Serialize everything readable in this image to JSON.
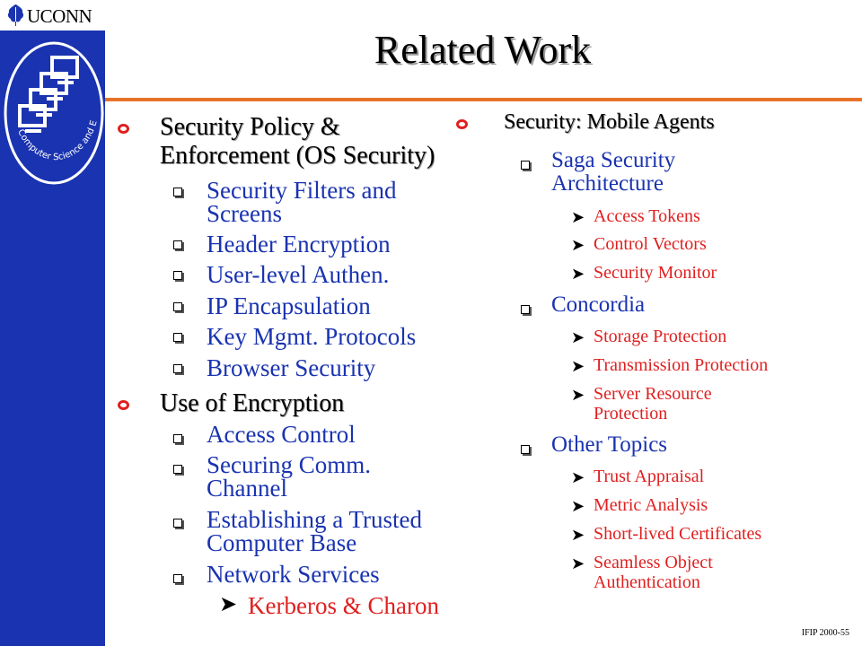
{
  "brand": {
    "name": "UCONN"
  },
  "logo": {
    "text": "Computer Science and Engineering"
  },
  "title": "Related Work",
  "left": {
    "sec1": {
      "title_line1": "Security Policy &",
      "title_line2": "Enforcement (OS Security)",
      "items": [
        {
          "line1": "Security Filters and",
          "line2": "Screens"
        },
        {
          "line1": "Header Encryption"
        },
        {
          "line1": "User-level Authen."
        },
        {
          "line1": "IP Encapsulation"
        },
        {
          "line1": "Key Mgmt. Protocols"
        },
        {
          "line1": "Browser Security"
        }
      ]
    },
    "sec2": {
      "title": "Use of Encryption",
      "items": [
        {
          "line1": "Access Control"
        },
        {
          "line1": "Securing Comm.",
          "line2": "Channel"
        },
        {
          "line1": "Establishing a Trusted",
          "line2": "Computer Base"
        },
        {
          "line1": "Network Services",
          "sub": "Kerberos & Charon"
        }
      ]
    }
  },
  "right": {
    "title": "Security: Mobile Agents",
    "saga": {
      "line1": "Saga Security",
      "line2": "Architecture",
      "subs": [
        "Access Tokens",
        "Control Vectors",
        "Security Monitor"
      ]
    },
    "concordia": {
      "line1": "Concordia",
      "subs": [
        "Storage Protection",
        "Transmission Protection"
      ],
      "sub3_line1": "Server Resource",
      "sub3_line2": "Protection"
    },
    "other": {
      "line1": "Other Topics",
      "subs": [
        "Trust Appraisal",
        "Metric Analysis",
        "Short-lived Certificates"
      ],
      "sub4_line1": "Seamless Object",
      "sub4_line2": "Authentication"
    }
  },
  "footer": "IFIP 2000-55",
  "colors": {
    "sidebar": "#1a33b0",
    "rule": "#e8722a",
    "level2": "#1a33b0",
    "level3": "#e02020"
  },
  "icons": {
    "brand": "oak-leaf-icon",
    "logo": "networked-computers-icon",
    "level1": "hollow-circle-bullet-icon",
    "level2": "square-bullet-icon",
    "level3": "arrowhead-bullet-icon"
  }
}
